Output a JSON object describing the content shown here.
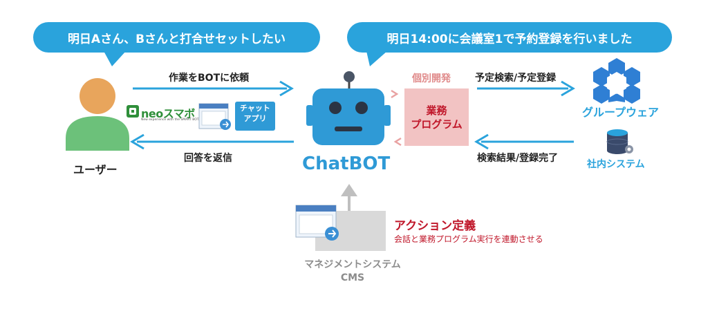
{
  "user_bubble": "明日Aさん、Bさんと打合せセットしたい",
  "bot_bubble": "明日14:00に会議室1で予約登録を行いました",
  "user": {
    "label": "ユーザー"
  },
  "arrows": {
    "request": "作業をBOTに依頼",
    "reply": "回答を返信",
    "schedule": "予定検索/予定登録",
    "result": "検索結果/登録完了"
  },
  "neo": {
    "logo_text": "neoスマボ",
    "tagline": "New experience with the SMART BOT."
  },
  "chat_app": {
    "line1": "チャット",
    "line2": "アプリ"
  },
  "bot": {
    "name": "ChatBOT"
  },
  "custom": {
    "tag": "個別開発",
    "line1": "業務",
    "line2": "プログラム"
  },
  "groupware": {
    "label": "グループウェア"
  },
  "internal": {
    "label": "社内システム"
  },
  "action": {
    "title": "アクション定義",
    "desc": "会話と業務プログラム実行を連動させる"
  },
  "cms": {
    "line1": "マネジメントシステム",
    "line2": "CMS"
  },
  "colors": {
    "blue": "#2aa3dc",
    "robot_blue": "#2f9ad6",
    "pink": "#f2c3c3",
    "red": "#c0172a",
    "green": "#6cc17a",
    "skin": "#e8a55c",
    "gray": "#d9d9d9"
  }
}
